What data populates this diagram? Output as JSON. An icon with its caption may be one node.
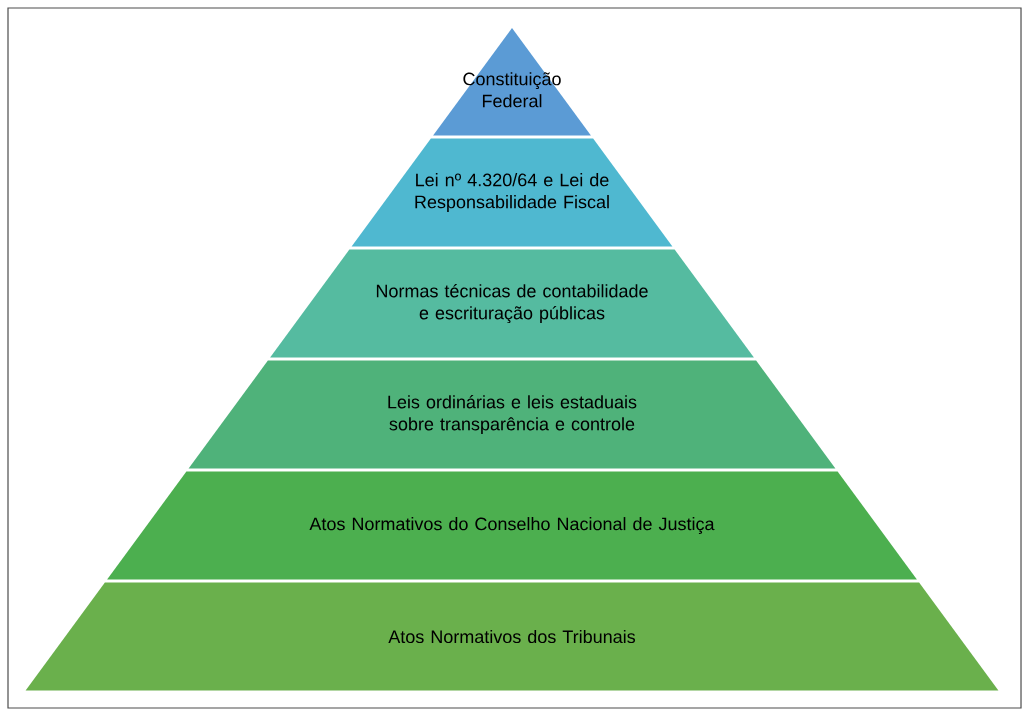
{
  "diagram": {
    "nodes": [
      {
        "text": [
          "Constituição Federal"
        ]
      },
      {
        "text": [
          "Lei nº 4.320/64 e Lei de Responsabilidade Fiscal"
        ]
      },
      {
        "text": [
          "Normas técnicas de contabilidade e escrituração públicas"
        ]
      },
      {
        "text": [
          "Leis ordinárias e leis estaduais sobre transparência e controle"
        ]
      },
      {
        "text": [
          "Atos Normativos do Conselho Nacional de Justiça"
        ]
      },
      {
        "text": [
          "Atos Normativos dos Tribunais"
        ]
      }
    ]
  }
}
